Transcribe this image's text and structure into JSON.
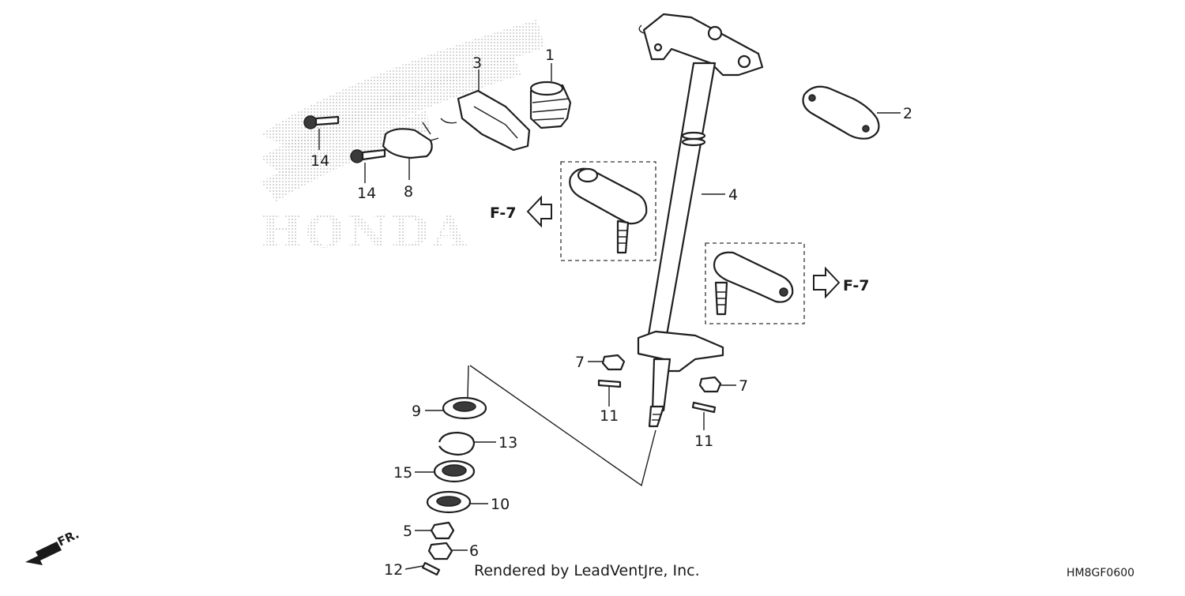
{
  "callouts": {
    "c1": "1",
    "c2": "2",
    "c3": "3",
    "c4": "4",
    "c5": "5",
    "c6": "6",
    "c7a": "7",
    "c7b": "7",
    "c8": "8",
    "c9": "9",
    "c10": "10",
    "c11a": "11",
    "c11b": "11",
    "c12": "12",
    "c13": "13",
    "c14a": "14",
    "c14b": "14",
    "c15": "15"
  },
  "references": {
    "left": "F-7",
    "right": "F-7"
  },
  "direction_label": "FR.",
  "watermark_text": "HONDA",
  "footer": {
    "credit": "Rendered by LeadVentJre, Inc.",
    "diagram_code": "HM8GF0600"
  }
}
